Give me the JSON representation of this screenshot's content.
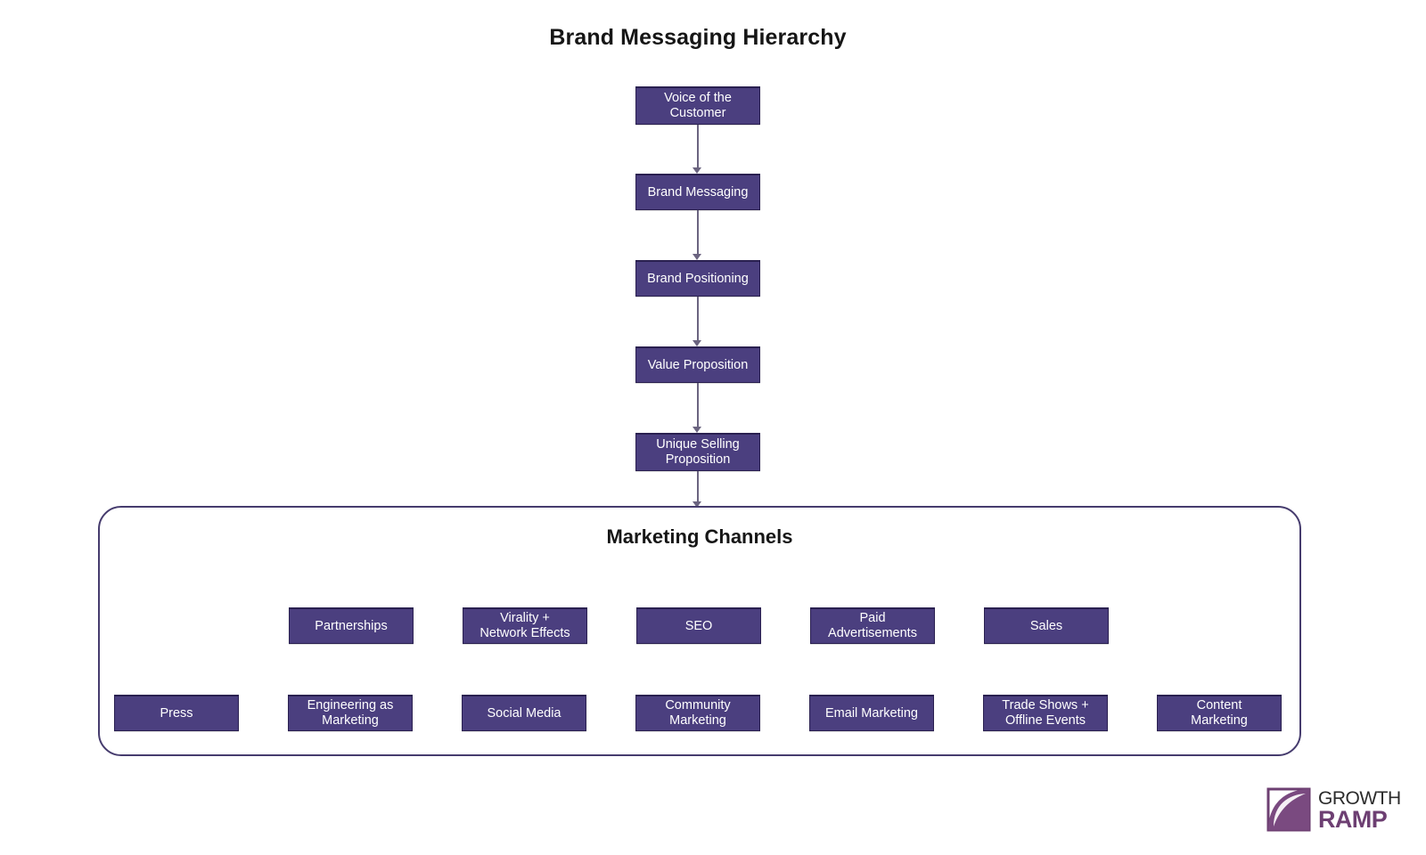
{
  "title": "Brand Messaging Hierarchy",
  "colors": {
    "node_fill": "#4b3f7f",
    "node_border": "#2a2050",
    "node_text": "#ffffff",
    "container_border": "#463c6e",
    "connector": "#6b6480",
    "title_text": "#161616",
    "logo_purple": "#6d3f72",
    "logo_dark": "#2b2b2b"
  },
  "hierarchy": {
    "nodes": [
      {
        "label": "Voice of the Customer",
        "lines": [
          "Voice of the",
          "Customer"
        ]
      },
      {
        "label": "Brand Messaging",
        "lines": [
          "Brand Messaging"
        ]
      },
      {
        "label": "Brand Positioning",
        "lines": [
          "Brand Positioning"
        ]
      },
      {
        "label": "Value Proposition",
        "lines": [
          "Value Proposition"
        ]
      },
      {
        "label": "Unique Selling Proposition",
        "lines": [
          "Unique Selling",
          "Proposition"
        ]
      }
    ]
  },
  "channels": {
    "title": "Marketing Channels",
    "row1": [
      {
        "label": "Partnerships",
        "lines": [
          "Partnerships"
        ]
      },
      {
        "label": "Virality + Network Effects",
        "lines": [
          "Virality +",
          "Network Effects"
        ]
      },
      {
        "label": "SEO",
        "lines": [
          "SEO"
        ]
      },
      {
        "label": "Paid Advertisements",
        "lines": [
          "Paid",
          "Advertisements"
        ]
      },
      {
        "label": "Sales",
        "lines": [
          "Sales"
        ]
      }
    ],
    "row2": [
      {
        "label": "Press",
        "lines": [
          "Press"
        ]
      },
      {
        "label": "Engineering as Marketing",
        "lines": [
          "Engineering as",
          "Marketing"
        ]
      },
      {
        "label": "Social Media",
        "lines": [
          "Social Media"
        ]
      },
      {
        "label": "Community Marketing",
        "lines": [
          "Community",
          "Marketing"
        ]
      },
      {
        "label": "Email Marketing",
        "lines": [
          "Email Marketing"
        ]
      },
      {
        "label": "Trade Shows + Offline Events",
        "lines": [
          "Trade Shows +",
          "Offline Events"
        ]
      },
      {
        "label": "Content Marketing",
        "lines": [
          "Content",
          "Marketing"
        ]
      }
    ]
  },
  "logo": {
    "line1": "GROWTH",
    "line2": "RAMP",
    "mark": "leaf-ramp-icon"
  }
}
